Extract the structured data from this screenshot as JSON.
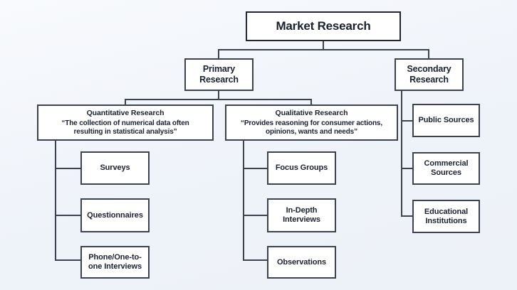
{
  "diagram": {
    "type": "hierarchy-tree",
    "title": "Market Research"
  },
  "colors": {
    "background": "#eef2f9",
    "box_fill": "#ffffff",
    "box_border": "#3d434e",
    "root_border": "#23262e",
    "connector": "#3d434e",
    "text": "#1a2130"
  },
  "nodes": {
    "root": {
      "label": "Market Research"
    },
    "primary": {
      "label": "Primary Research"
    },
    "secondary": {
      "label": "Secondary Research"
    },
    "quantitative": {
      "title": "Quantitative Research",
      "quote": "“The collection of numerical data often resulting in statistical analysis”",
      "quote_lines": [
        "“The collection of numerical data often",
        "resulting in statistical analysis”"
      ]
    },
    "qualitative": {
      "title": "Qualitative Research",
      "quote": "“Provides reasoning for consumer actions, opinions, wants and needs”",
      "quote_lines": [
        "“Provides reasoning for consumer actions,",
        "opinions, wants and needs”"
      ]
    },
    "surveys": {
      "label": "Surveys"
    },
    "questionnaires": {
      "label": "Questionnaires"
    },
    "phone_interviews": {
      "label": "Phone/One-to-one Interviews"
    },
    "focus_groups": {
      "label": "Focus Groups"
    },
    "in_depth_interviews": {
      "label": "In-Depth Interviews"
    },
    "observations": {
      "label": "Observations"
    },
    "public_sources": {
      "label": "Public Sources"
    },
    "commercial_sources": {
      "label": "Commercial Sources"
    },
    "educational_institutions": {
      "label": "Educational Institutions"
    }
  },
  "structure": {
    "root": "Market Research",
    "children": [
      {
        "name": "Primary Research",
        "children": [
          {
            "name": "Quantitative Research",
            "children": [
              "Surveys",
              "Questionnaires",
              "Phone/One-to-one Interviews"
            ]
          },
          {
            "name": "Qualitative Research",
            "children": [
              "Focus Groups",
              "In-Depth Interviews",
              "Observations"
            ]
          }
        ]
      },
      {
        "name": "Secondary Research",
        "children": [
          "Public Sources",
          "Commercial Sources",
          "Educational Institutions"
        ]
      }
    ]
  }
}
